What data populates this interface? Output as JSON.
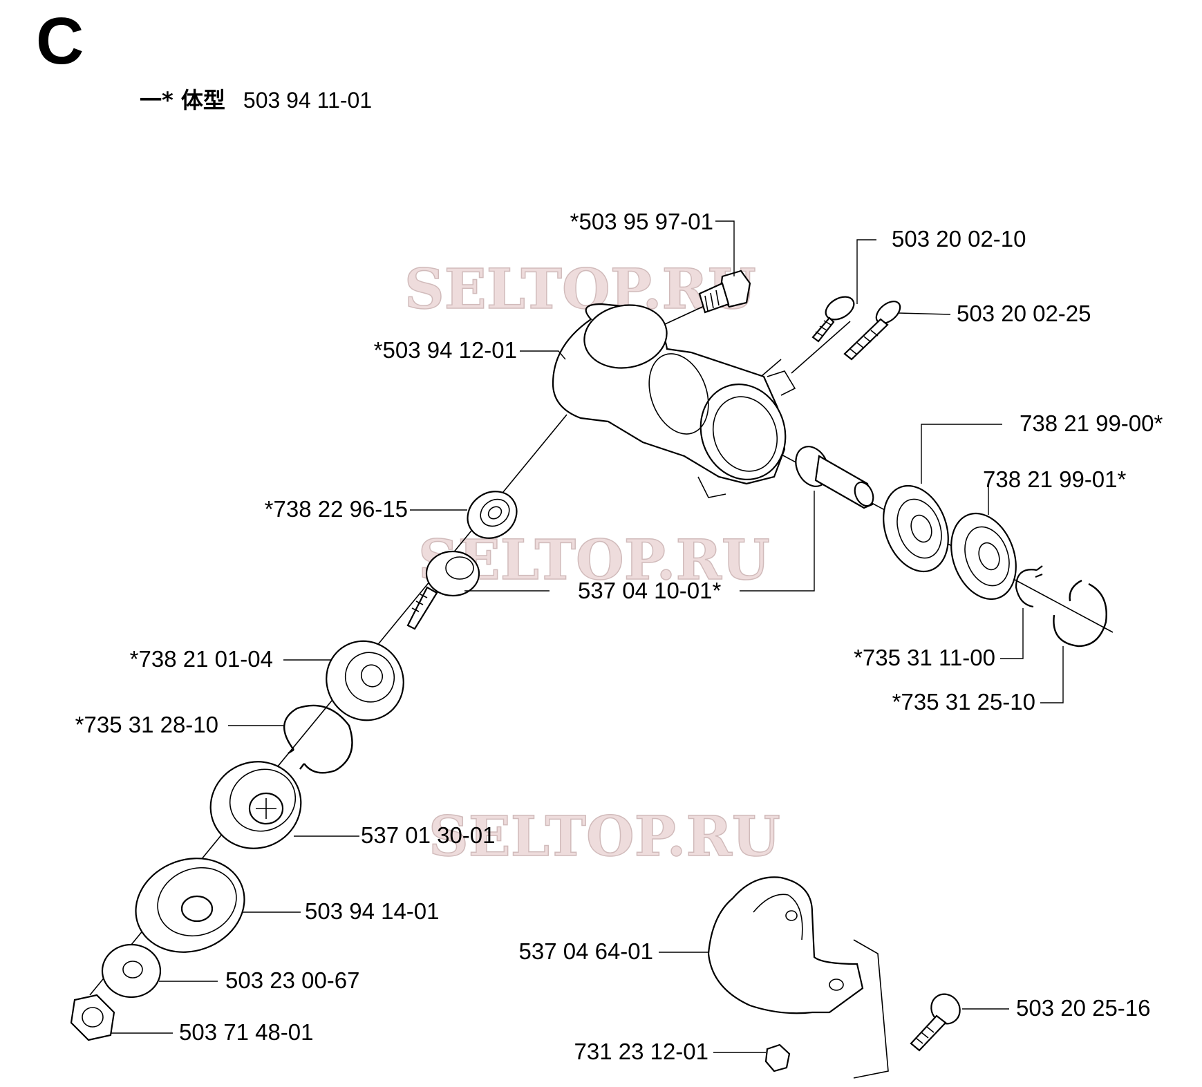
{
  "section_letter": "C",
  "kit": {
    "label": "一* 体型",
    "number": "503 94 11-01"
  },
  "watermark": "SELTOP.RU",
  "parts": [
    {
      "id": "bolt-top",
      "label": "*503 95 97-01"
    },
    {
      "id": "screw-a",
      "label": "503 20 02-10"
    },
    {
      "id": "screw-b",
      "label": "503 20 02-25"
    },
    {
      "id": "gear-housing",
      "label": "*503 94 12-01"
    },
    {
      "id": "bearing-a",
      "label": "738 21 99-00*"
    },
    {
      "id": "bearing-b",
      "label": "738 21 99-01*"
    },
    {
      "id": "bearing-small",
      "label": "*738 22 96-15"
    },
    {
      "id": "bevel-gear",
      "label": "537 04 10-01*"
    },
    {
      "id": "circlip-small",
      "label": "*735 31 11-00"
    },
    {
      "id": "circlip-large",
      "label": "*735 31 25-10"
    },
    {
      "id": "bearing-c",
      "label": "*738 21 01-04"
    },
    {
      "id": "circlip-c",
      "label": "*735 31 28-10"
    },
    {
      "id": "cover-cup",
      "label": "537 01 30-01"
    },
    {
      "id": "support-cup",
      "label": "503 94 14-01"
    },
    {
      "id": "washer",
      "label": "503 23 00-67"
    },
    {
      "id": "nut",
      "label": "503 71 48-01"
    },
    {
      "id": "clamp",
      "label": "537 04 64-01"
    },
    {
      "id": "clamp-bolt",
      "label": "503 20 25-16"
    },
    {
      "id": "clamp-nut",
      "label": "731 23 12-01"
    }
  ]
}
